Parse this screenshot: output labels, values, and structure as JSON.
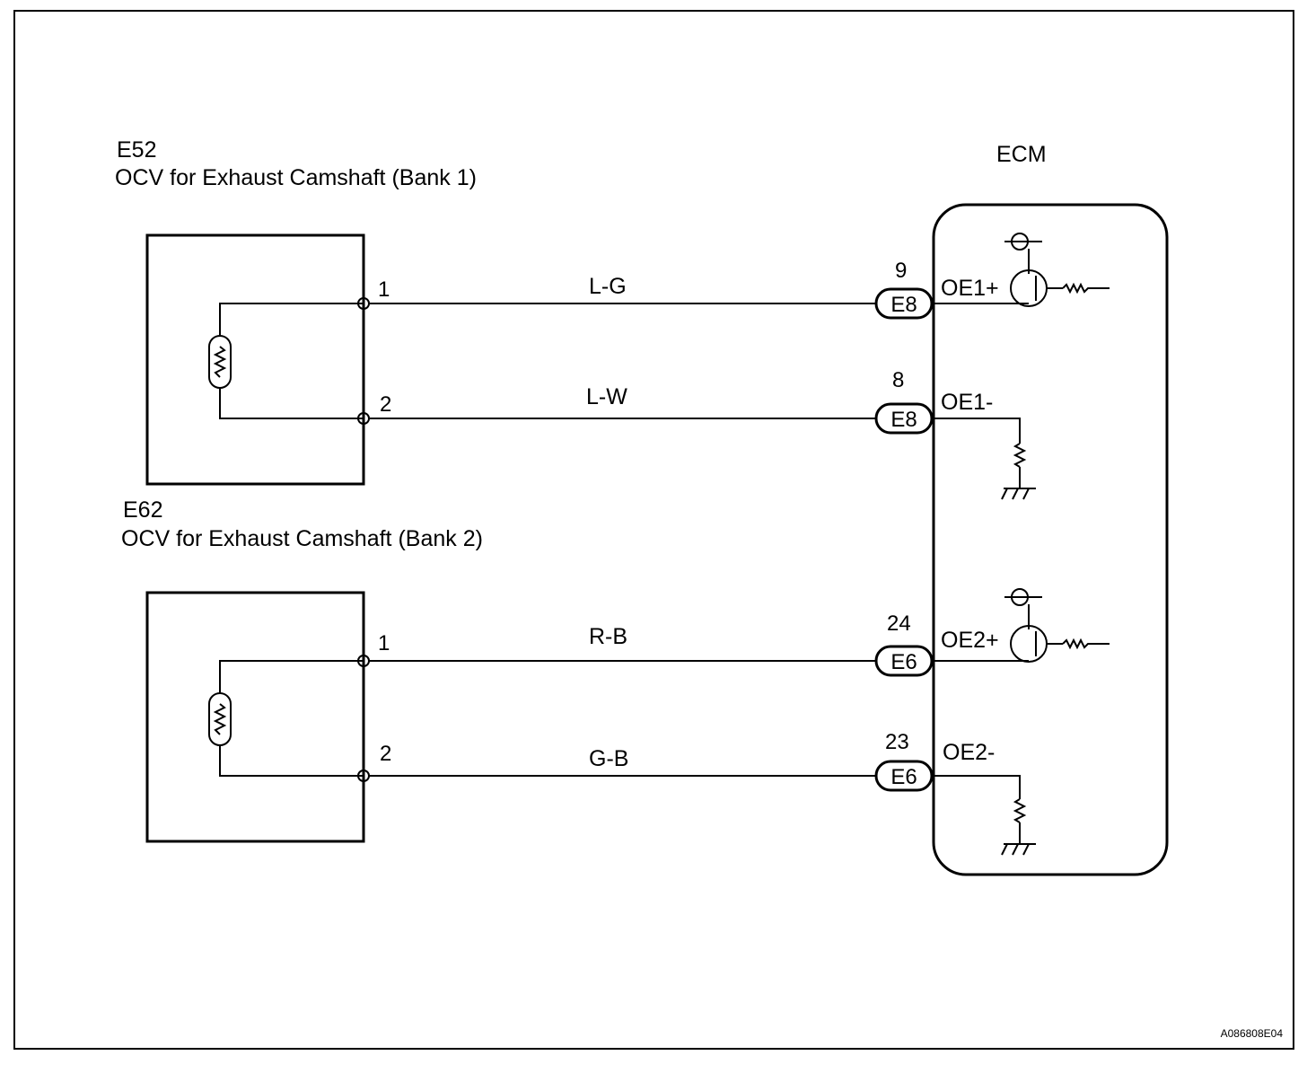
{
  "frame": {
    "code": "A086808E04"
  },
  "bank1": {
    "id": "E52",
    "name": "OCV for Exhaust Camshaft  (Bank 1)",
    "pin1": "1",
    "pin2": "2",
    "wire1": "L-G",
    "wire2": "L-W"
  },
  "bank2": {
    "id": "E62",
    "name": "OCV for Exhaust Camshaft (Bank 2)",
    "pin1": "1",
    "pin2": "2",
    "wire1": "R-B",
    "wire2": "G-B"
  },
  "ecm": {
    "title": "ECM",
    "terminals": [
      {
        "pin": "9",
        "connector": "E8",
        "signal": "OE1+"
      },
      {
        "pin": "8",
        "connector": "E8",
        "signal": "OE1-"
      },
      {
        "pin": "24",
        "connector": "E6",
        "signal": "OE2+"
      },
      {
        "pin": "23",
        "connector": "E6",
        "signal": "OE2-"
      }
    ]
  }
}
